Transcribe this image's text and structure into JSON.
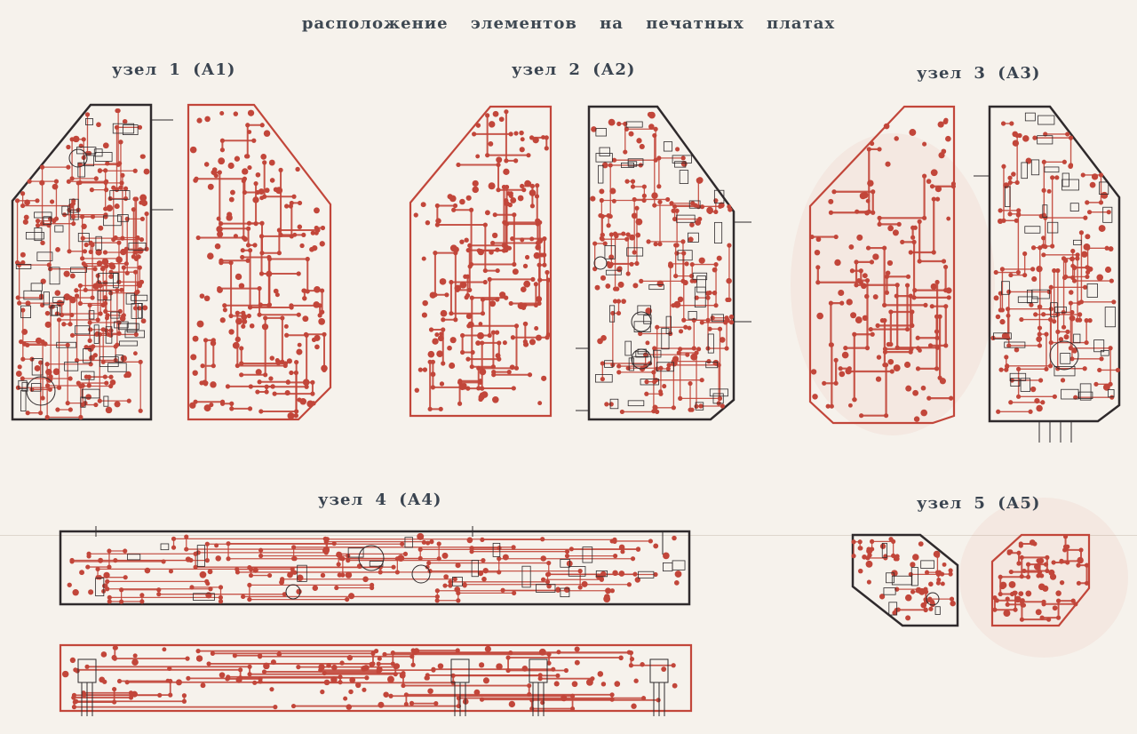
{
  "title": "расположение элементов на печатных платах",
  "nodes": [
    {
      "label": "узел 1 (А1)"
    },
    {
      "label": "узел 2 (А2)"
    },
    {
      "label": "узел 3 (А3)"
    },
    {
      "label": "узел 4 (А4)"
    },
    {
      "label": "узел 5 (А5)"
    }
  ],
  "colors": {
    "trace": "#c2463a",
    "component": "#2f2a2c",
    "paper": "#f6f2ec",
    "heading": "#3e4852"
  }
}
